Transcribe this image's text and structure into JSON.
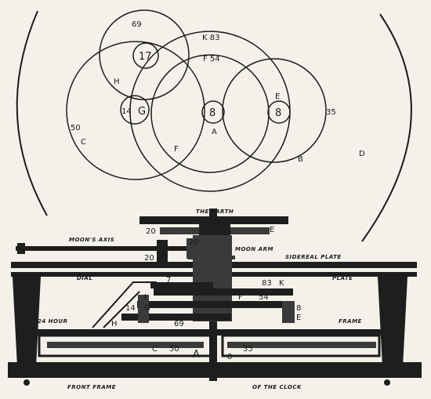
{
  "gear_diagram": {
    "labels": {
      "n69": "69",
      "n17": "17",
      "k83": "K 83",
      "f54": "F 54",
      "h": "H",
      "n14": "14",
      "g": "G",
      "n8a": "8",
      "a": "A",
      "e": "E",
      "n8e": "8",
      "n35": "35",
      "n50": "50",
      "c": "C",
      "f": "F",
      "b": "B",
      "d": "D"
    }
  },
  "clock_mechanism": {
    "labels": {
      "the_earth": "THE EARTH",
      "e_top": "E",
      "n20_a": "20",
      "n20_b": "20",
      "moons_axis": "MOON'S AXIS",
      "n20_c": "20",
      "moon_arm": "MOON ARM",
      "sidereal_plate": "SIDEREAL PLATE",
      "dial": "DIAL",
      "plate": "PLATE",
      "n7": "7",
      "n83": "83",
      "k": "K",
      "i": "I",
      "f": "F",
      "n54": "54",
      "n14": "14",
      "g": "G",
      "n8": "8",
      "e_side": "E",
      "hour24": "24 HOUR",
      "h": "H",
      "n69": "69",
      "frame": "FRAME",
      "c": "C",
      "n50": "50",
      "a": "A",
      "n8b": "8",
      "n35": "35",
      "front_frame": "FRONT FRAME",
      "of_the_clock": "OF THE CLOCK"
    }
  }
}
